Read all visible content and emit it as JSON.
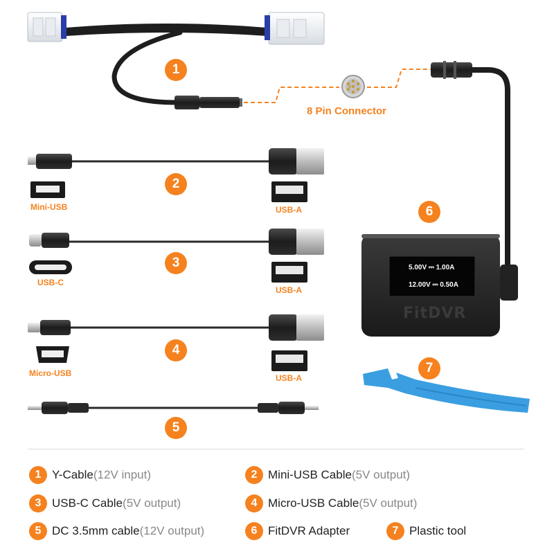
{
  "brand": {
    "name": "FitDVR",
    "accent": "#f5821f"
  },
  "connector_label": "8 Pin Connector",
  "screen": {
    "line1": "5.00V ⎓ 1.00A",
    "line2": "12.00V ⎓ 0.50A"
  },
  "callouts": {
    "c1": "1",
    "c2": "2",
    "c3": "3",
    "c4": "4",
    "c5": "5",
    "c6": "6",
    "c7": "7"
  },
  "port_labels": {
    "mini_usb": "Mini-USB",
    "usb_a_1": "USB-A",
    "usb_c": "USB-C",
    "usb_a_2": "USB-A",
    "micro_usb": "Micro-USB",
    "usb_a_3": "USB-A"
  },
  "legend": [
    {
      "num": "1",
      "label": "Y-Cable",
      "sub": "(12V input)"
    },
    {
      "num": "2",
      "label": "Mini-USB Cable",
      "sub": "(5V output)"
    },
    {
      "num": "3",
      "label": "USB-C Cable",
      "sub": "(5V output)"
    },
    {
      "num": "4",
      "label": "Micro-USB Cable",
      "sub": "(5V output)"
    },
    {
      "num": "5",
      "label": "DC 3.5mm cable",
      "sub": "(12V output)"
    },
    {
      "num": "6",
      "label": "FitDVR Adapter",
      "sub": ""
    },
    {
      "num": "7",
      "label": "Plastic tool",
      "sub": ""
    }
  ]
}
